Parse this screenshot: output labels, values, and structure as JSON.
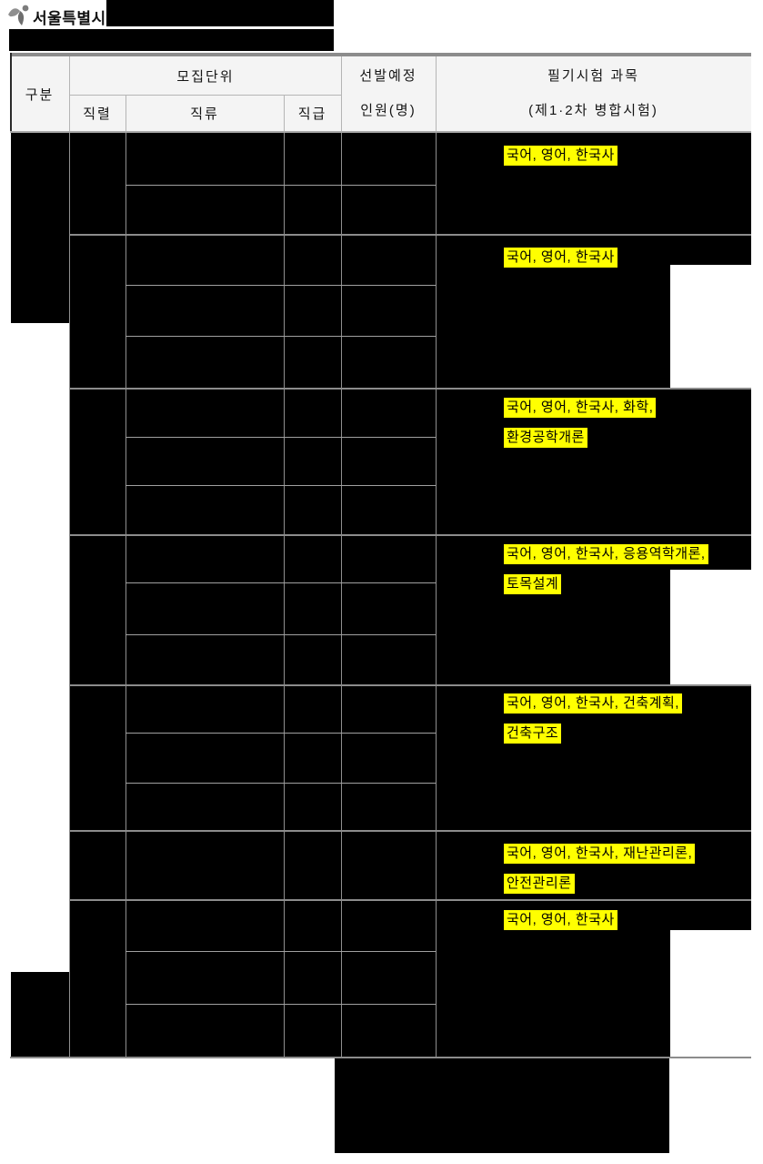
{
  "logo": {
    "text": "서울특별시"
  },
  "table": {
    "header": {
      "gubun": "구분",
      "mojip": "모집단위",
      "jikryeol": "직렬",
      "jikryu": "직류",
      "jikgeup": "직급",
      "seonbal_line1": "선발예정",
      "seonbal_line2": "인원(명)",
      "pilgi_line1": "필기시험 과목",
      "pilgi_line2": "(제1·2차 병합시험)"
    },
    "subjects": [
      {
        "lines": [
          "국어, 영어, 한국사"
        ]
      },
      {
        "lines": [
          "국어, 영어, 한국사"
        ]
      },
      {
        "lines": [
          "국어, 영어, 한국사, 화학,",
          "환경공학개론"
        ]
      },
      {
        "lines": [
          "국어, 영어, 한국사, 응용역학개론,",
          "토목설계"
        ]
      },
      {
        "lines": [
          "국어, 영어, 한국사, 건축계획,",
          "건축구조"
        ]
      },
      {
        "lines": [
          "국어, 영어, 한국사, 재난관리론,",
          "안전관리론"
        ]
      },
      {
        "lines": [
          "국어, 영어, 한국사"
        ]
      }
    ]
  },
  "colors": {
    "highlight": "#ffff00",
    "redaction": "#000000",
    "header_bg": "#f4f4f4",
    "grid": "#8f8f8f"
  }
}
